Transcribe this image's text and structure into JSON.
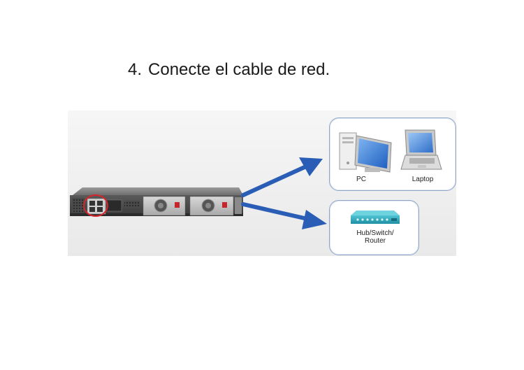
{
  "step": {
    "number": "4.",
    "text": "Conecte el cable de red."
  },
  "devices": {
    "pc_label": "PC",
    "laptop_label": "Laptop",
    "hub_label_line1": "Hub/Switch/",
    "hub_label_line2": "Router"
  },
  "colors": {
    "arrow": "#2a5db5",
    "box_border": "#8fa6c8",
    "highlight_circle": "#d9232a",
    "hub": "#27a4b8"
  },
  "icons": [
    "nas-rackmount-server",
    "pc-tower",
    "monitor",
    "laptop",
    "network-hub"
  ]
}
